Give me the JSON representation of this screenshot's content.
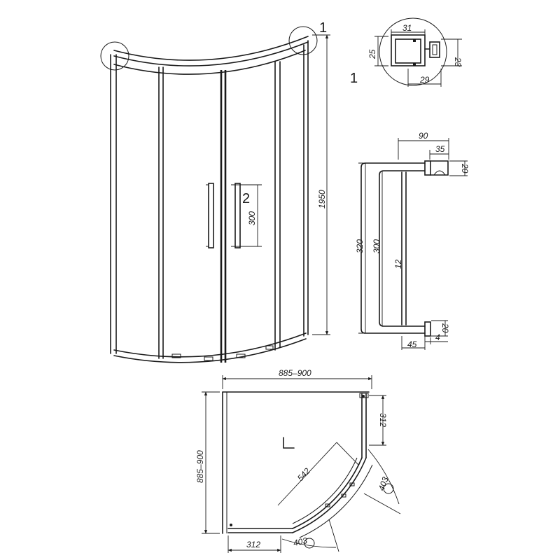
{
  "callouts": {
    "detail_1": "1",
    "detail_1_ref": "1",
    "handle_2": "2"
  },
  "front_view": {
    "height": "1950",
    "handle_length": "300"
  },
  "profile_detail": {
    "top_width": "31",
    "left_height": "25",
    "right_height": "23",
    "bottom_width": "29"
  },
  "handle_detail": {
    "width_total": "90",
    "width_top": "35",
    "boss_top": "20",
    "overall_height": "320",
    "grip_height": "300",
    "bar_dia": "12",
    "boss_bottom": "20",
    "base_width": "45",
    "base_thick": "4"
  },
  "plan_view": {
    "width": "885–900",
    "depth": "885–900",
    "right_fixed": "312",
    "bottom_fixed": "312",
    "door_radius": "542",
    "arc_right": "403",
    "arc_bottom": "403",
    "corner_mark": "L"
  }
}
